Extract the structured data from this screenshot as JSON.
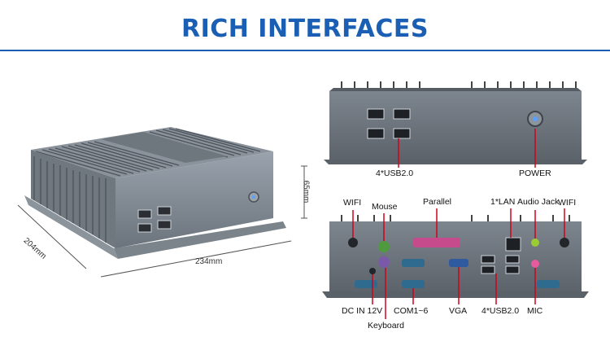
{
  "header": {
    "title": "RICH INTERFACES",
    "accent_color": "#1a5fb4"
  },
  "dimensions": {
    "width": "234mm",
    "depth": "204mm",
    "height": "65mm"
  },
  "front_panel": {
    "usb_label": "4*USB2.0",
    "power_label": "POWER"
  },
  "rear_panel": {
    "wifi_left": "WIFI",
    "mouse": "Mouse",
    "parallel": "Parallel",
    "lan": "1*LAN",
    "audio": "Audio Jack",
    "wifi_right": "WIFI",
    "dc_in": "DC IN 12V",
    "com": "COM1~6",
    "vga": "VGA",
    "usb": "4*USB2.0",
    "mic": "MIC",
    "keyboard": "Keyboard"
  }
}
